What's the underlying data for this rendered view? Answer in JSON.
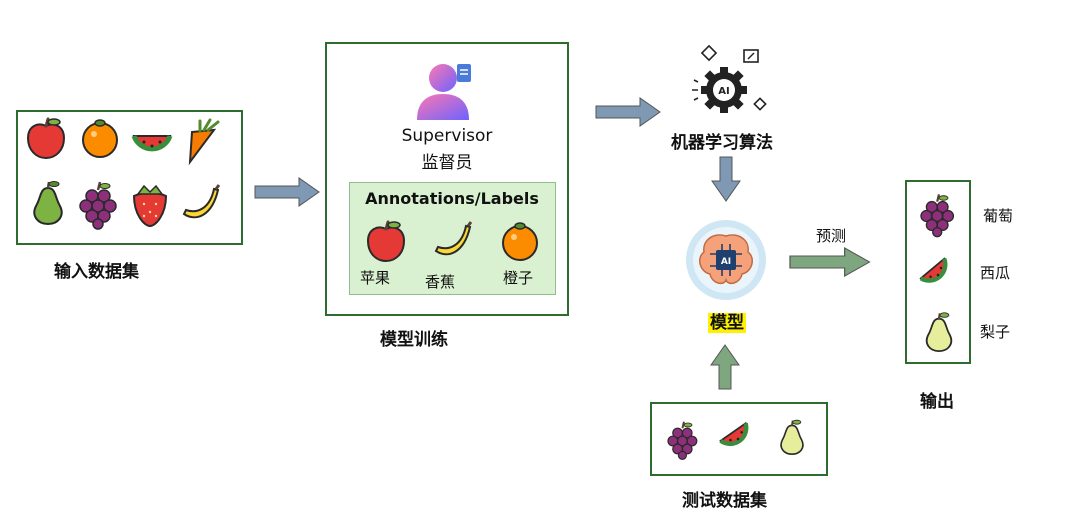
{
  "input_dataset": {
    "label": "输入数据集"
  },
  "training": {
    "label": "模型训练",
    "supervisor_en": "Supervisor",
    "supervisor_zh": "监督员",
    "annotations_title": "Annotations/Labels",
    "items": [
      {
        "icon": "apple-icon",
        "label": "苹果"
      },
      {
        "icon": "banana-icon",
        "label": "香蕉"
      },
      {
        "icon": "orange-icon",
        "label": "橙子"
      }
    ]
  },
  "algorithm": {
    "label": "机器学习算法",
    "chip_text": "AI"
  },
  "model": {
    "label": "模型",
    "chip_text": "AI"
  },
  "predict": {
    "label": "预测"
  },
  "output": {
    "label": "输出",
    "items": [
      {
        "icon": "grapes-icon",
        "label": "葡萄"
      },
      {
        "icon": "watermelon-icon",
        "label": "西瓜"
      },
      {
        "icon": "pear-icon",
        "label": "梨子"
      }
    ]
  },
  "test_dataset": {
    "label": "测试数据集"
  },
  "colors": {
    "box_border": "#2e6b2e",
    "annotation_bg": "#d9f1d0",
    "arrow_blue": "#7f99b5",
    "arrow_green": "#7fa77f",
    "highlight": "#fff200"
  }
}
